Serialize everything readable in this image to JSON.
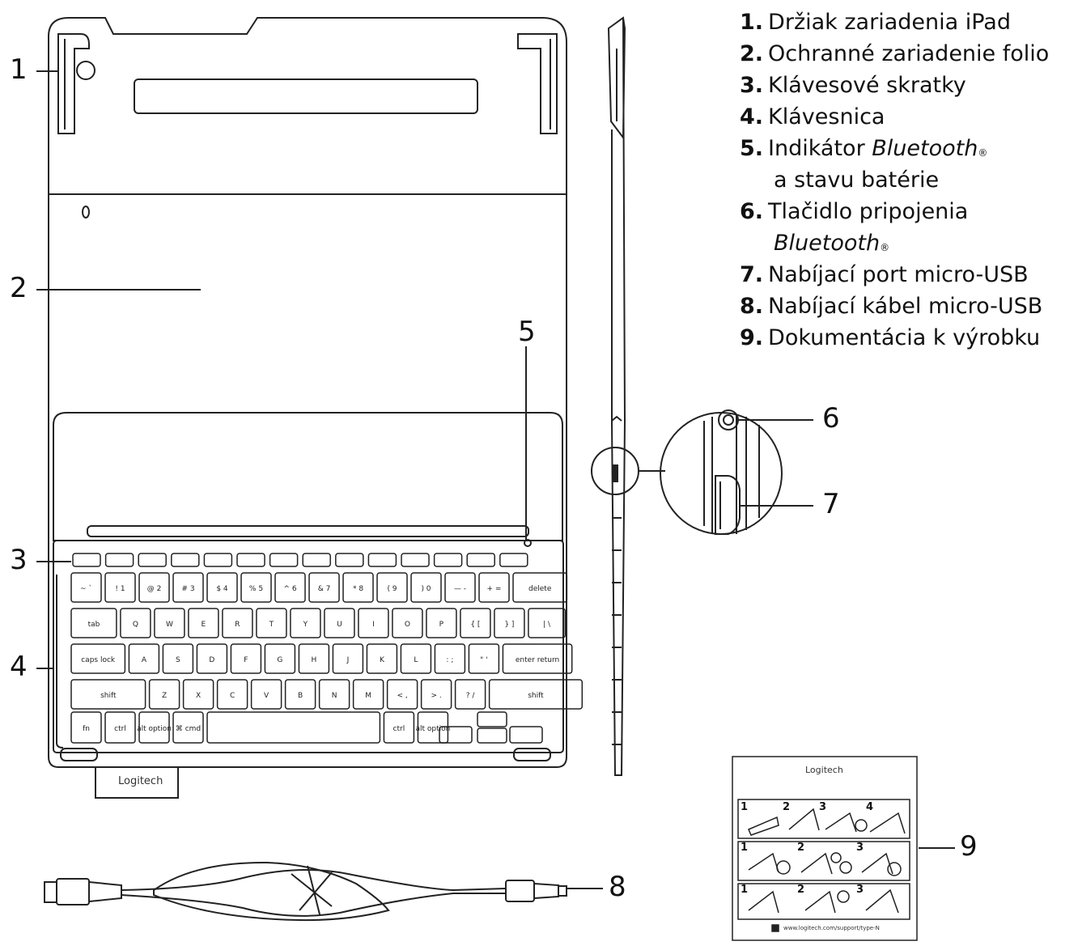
{
  "legend": [
    {
      "num": "1.",
      "text": "Držiak zariadenia iPad"
    },
    {
      "num": "2.",
      "text": "Ochranné zariadenie folio"
    },
    {
      "num": "3.",
      "text": "Klávesové skratky"
    },
    {
      "num": "4.",
      "text": "Klávesnica"
    },
    {
      "num": "5.",
      "pre": "Indikátor ",
      "brand": "Bluetooth",
      "reg": "®",
      "cont": "a stavu batérie"
    },
    {
      "num": "6.",
      "pre": "Tlačidlo pripojenia",
      "cont_brand": "Bluetooth",
      "reg": "®"
    },
    {
      "num": "7.",
      "text": "Nabíjací port micro-USB"
    },
    {
      "num": "8.",
      "text": "Nabíjací kábel micro-USB"
    },
    {
      "num": "9.",
      "text": "Dokumentácia k výrobku"
    }
  ],
  "callouts": [
    "1",
    "2",
    "3",
    "4",
    "5",
    "6",
    "7",
    "8",
    "9"
  ],
  "logo": "Logitech",
  "doc": {
    "logo": "Logitech",
    "url": "www.logitech.com/support/type-N",
    "row1_steps": [
      "1",
      "2",
      "3",
      "4"
    ],
    "row2_steps": [
      "1",
      "2",
      "3"
    ],
    "row3_steps": [
      "1",
      "2",
      "3"
    ]
  },
  "keyboard": {
    "row0": [
      "~\n`",
      "!\n1",
      "@\n2",
      "#\n3",
      "$\n4",
      "%\n5",
      "^\n6",
      "&\n7",
      "*\n8",
      "(\n9",
      ")\n0",
      "—\n-",
      "+\n=",
      "delete"
    ],
    "row1": [
      "tab",
      "Q",
      "W",
      "E",
      "R",
      "T",
      "Y",
      "U",
      "I",
      "O",
      "P",
      "{\n[",
      "}\n]",
      "|\n\\"
    ],
    "row2": [
      "caps lock",
      "A",
      "S",
      "D",
      "F",
      "G",
      "H",
      "J",
      "K",
      "L",
      ":\n;",
      "\"\n'",
      "enter return"
    ],
    "row3": [
      "shift",
      "Z",
      "X",
      "C",
      "V",
      "B",
      "N",
      "M",
      "<\n,",
      ">\n.",
      "?\n/",
      "shift"
    ],
    "row4": [
      "fn",
      "ctrl",
      "alt option",
      "⌘ cmd",
      "",
      "ctrl",
      "alt option"
    ]
  }
}
